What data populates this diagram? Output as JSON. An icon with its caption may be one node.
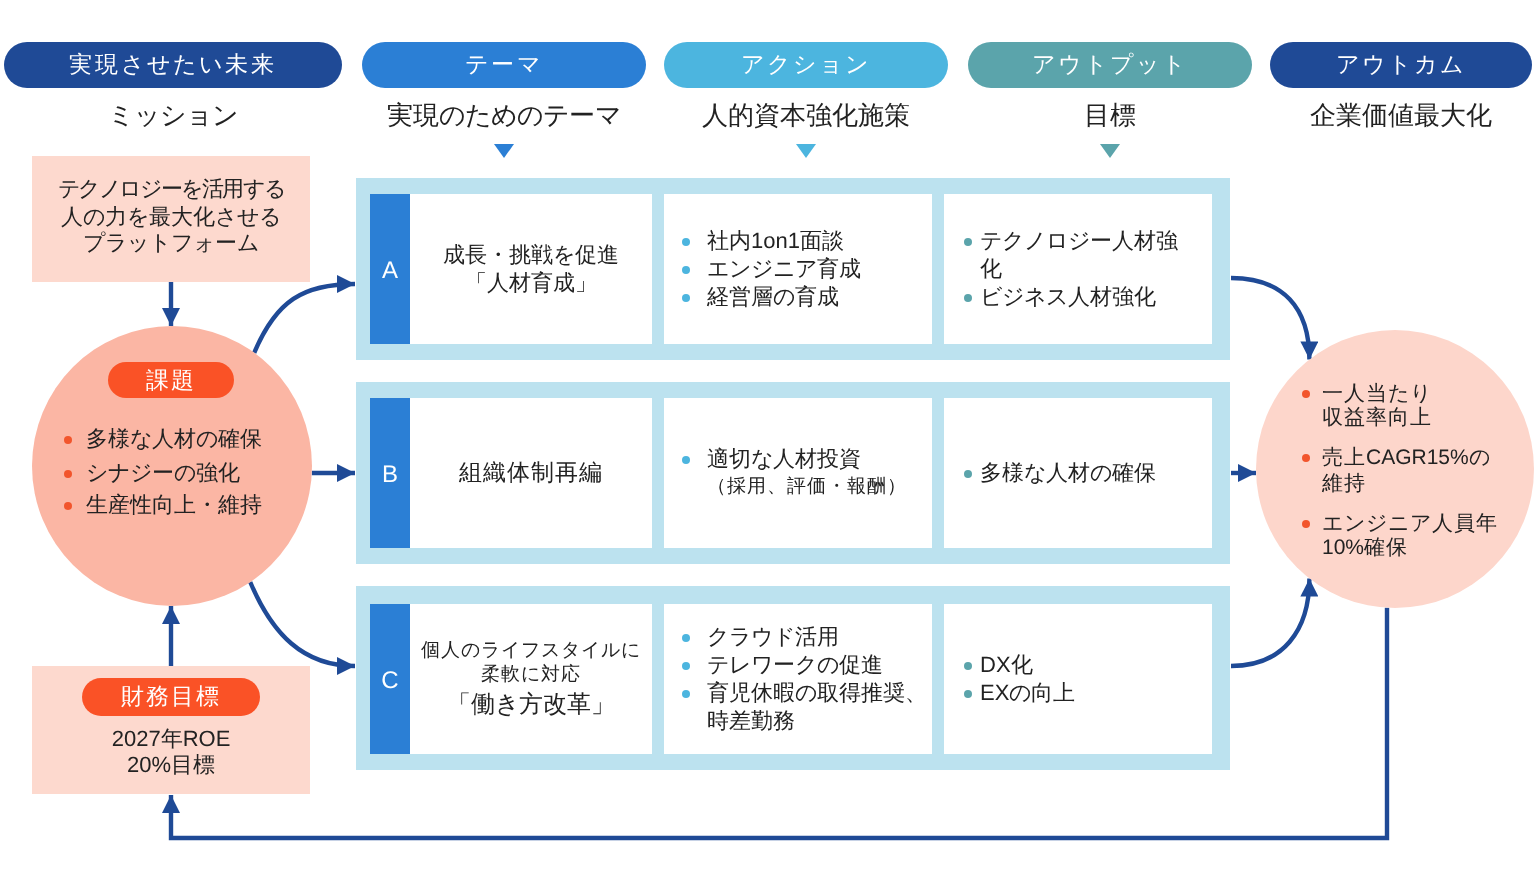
{
  "diagram": {
    "nodes": [
      {
        "text": [
          "実現させたい未来"
        ],
        "beside": [
          "ミッション"
        ]
      },
      {
        "text": [
          "テーマ"
        ],
        "beside": [
          "実現のためのテーマ"
        ]
      },
      {
        "text": [
          "アクション"
        ],
        "beside": [
          "人的資本強化施策"
        ]
      },
      {
        "text": [
          "アウトプット"
        ],
        "beside": [
          "目標"
        ]
      },
      {
        "text": [
          "アウトカム"
        ],
        "beside": [
          "企業価値最大化"
        ]
      },
      {
        "text": [
          "テクノロジーを活用する人の力を最大化させるプラットフォーム"
        ]
      },
      {
        "text": [
          "多様な人材の確保",
          "シナジーの強化",
          "生産性向上・維持"
        ]
      },
      {
        "text": [
          "課題"
        ],
        "in": 6
      },
      {
        "text": [
          "2027年ROE 20%目標"
        ]
      },
      {
        "text": [
          "財務目標"
        ],
        "in": 8
      },
      {
        "text": [],
        "shape": "box"
      },
      {
        "text": [
          "A"
        ],
        "in": 10
      },
      {
        "text": [
          "成長・挑戦を促進「人材育成」"
        ],
        "in": 10
      },
      {
        "text": [
          "社内1on1面談",
          "エンジニア育成",
          "経営層の育成"
        ],
        "in": 10
      },
      {
        "text": [
          "テクノロジー人材強化",
          "ビジネス人材強化"
        ],
        "in": 10
      },
      {
        "text": [],
        "shape": "box"
      },
      {
        "text": [
          "B"
        ],
        "in": 15
      },
      {
        "text": [
          "組織体制再編"
        ],
        "in": 15
      },
      {
        "text": [
          "適切な人材投資",
          "（採用、評価・報酬）"
        ],
        "in": 15
      },
      {
        "text": [
          "多様な人材の確保"
        ],
        "in": 15
      },
      {
        "text": [],
        "shape": "box"
      },
      {
        "text": [
          "C"
        ],
        "in": 20
      },
      {
        "text": [
          "個人のライフスタイルに柔軟に対応",
          "「働き方改革」"
        ],
        "in": 20
      },
      {
        "text": [
          "クラウド活用",
          "テレワークの促進",
          "育児休暇の取得推奨、時差勤務"
        ],
        "in": 20
      },
      {
        "text": [
          "DX化",
          "EXの向上"
        ],
        "in": 20
      },
      {
        "text": [
          "一人当たり収益率向上",
          "売上CAGR15%の維持",
          "エンジニア人員年10%確保"
        ]
      }
    ],
    "edges": [
      {
        "from": 5,
        "to": 6,
        "arrow": "to"
      },
      {
        "from": 8,
        "to": 6,
        "arrow": "to"
      },
      {
        "from": 6,
        "to": 10,
        "arrow": "to"
      },
      {
        "from": 6,
        "to": 15,
        "arrow": "to"
      },
      {
        "from": 6,
        "to": 20,
        "arrow": "to"
      },
      {
        "from": 10,
        "to": 25,
        "arrow": "to"
      },
      {
        "from": 15,
        "to": 25,
        "arrow": "to"
      },
      {
        "from": 20,
        "to": 25,
        "arrow": "to"
      },
      {
        "from": 25,
        "to": 8,
        "arrow": "to"
      }
    ]
  }
}
